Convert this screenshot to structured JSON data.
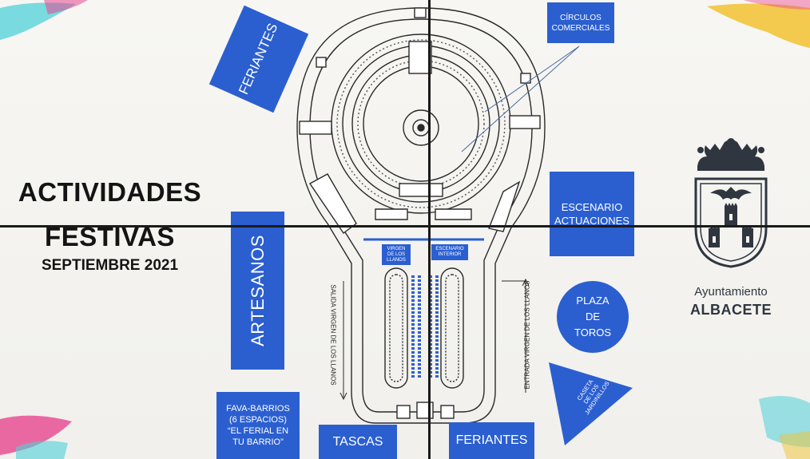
{
  "title": {
    "line1": "ACTIVIDADES",
    "line2": "FESTIVAS",
    "subtitle": "SEPTIEMBRE 2021"
  },
  "zones": {
    "feriantes_top": "FERIANTES",
    "circulos": "CÍRCULOS\nCOMERCIALES",
    "escenario": "ESCENARIO\nACTUACIONES",
    "artesanos": "ARTESANOS",
    "plaza_toros": "PLAZA\nDE\nTOROS",
    "caseta": "CASETA\nDE LOS\nJARDINILLOS",
    "fava_barrios": "FAVA-BARRIOS\n(6 ESPACIOS)\n“EL FERIAL EN\nTU BARRIO”",
    "tascas": "TASCAS",
    "feriantes_bottom": "FERIANTES"
  },
  "map_labels": {
    "virgen_llanos": "VIRGEN\nDE LOS\nLLANOS",
    "escenario_interior": "ESCENARIO\nINTERIOR",
    "salida": "SALIDA VIRGEN DE LOS LLANOS",
    "entrada": "ENTRADA VIRGEN DE LOS LLANOS"
  },
  "logo": {
    "line1": "Ayuntamiento",
    "line2": "ALBACETE"
  },
  "colors": {
    "accent_blue": "#2b5fd0",
    "background": "#f4f3ef",
    "paint_pink": "#e8468f",
    "paint_yellow": "#f2c230",
    "paint_cyan": "#4fd0d8"
  }
}
